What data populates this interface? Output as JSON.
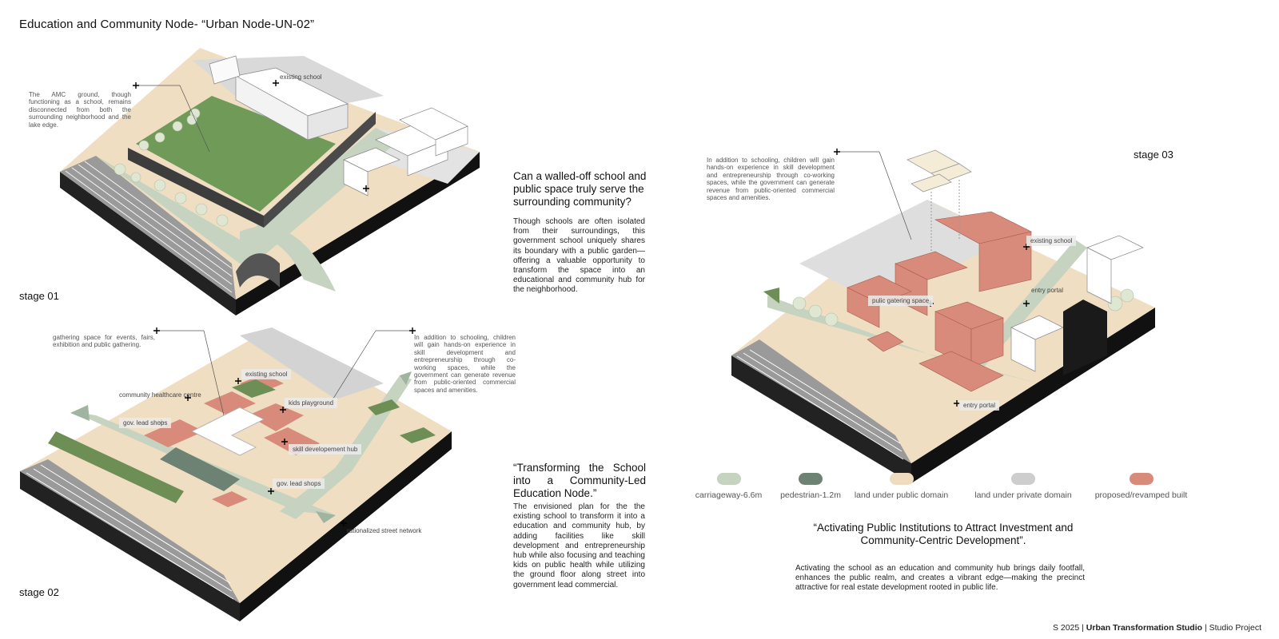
{
  "title": "Education and Community Node- “Urban Node-UN-02”",
  "stages": {
    "stage01": "stage 01",
    "stage02": "stage 02",
    "stage03": "stage 03"
  },
  "stage01": {
    "note": "The AMC ground, though functioning as a school, remains disconnected from both the surrounding neighborhood and the lake edge.",
    "label_existing_school": "existing school"
  },
  "stage02": {
    "note_left": "gathering space for events, fairs, exhibition and public gathering.",
    "note_right": "In addition to schooling, children will gain hands-on experience in skill development and entrepreneurship through co-working spaces, while the government can generate revenue from public-oriented commercial spaces and amenities.",
    "labels": {
      "existing_school": "existing school",
      "community_healthcare": "community healthcare centre",
      "kids_playground": "kids playground",
      "gov_lead_shops_1": "gov. lead shops",
      "skill_hub": "skill developement hub",
      "gov_lead_shops_2": "gov. lead shops",
      "street_network": "rationalized street network"
    }
  },
  "stage03": {
    "note": "In addition to schooling, children will gain hands-on experience in skill development and entrepreneurship through co-working spaces, while the government can generate revenue from public-oriented commercial spaces and amenities.",
    "labels": {
      "existing_school": "existing school",
      "public_gathering": "pulic gatering space",
      "entry_portal_1": "entry portal",
      "entry_portal_2": "entry portal"
    }
  },
  "section1": {
    "question": "Can a walled-off school and public space truly serve the surrounding community?",
    "body": "Though schools are often isolated from their surroundings, this government school uniquely shares its boundary with a public garden—offering a valuable opportunity to transform the space into an educational and community hub for the neighborhood."
  },
  "section2": {
    "quote": "“Transforming the School into a Community-Led Education Node.”",
    "body": "The envisioned plan for the the existing school to transform it into a education and community hub, by adding facilities like skill development and entrepreneurship hub while also focusing and teaching kids on public health while utilizing the ground floor along street into government lead commercial."
  },
  "section3": {
    "quote": "“Activating Public Institutions to Attract Investment and Community-Centric Development”.",
    "body": "Activating the school as an education and community hub brings daily footfall, enhances the public realm, and creates a vibrant edge—making the precinct attractive for real estate development rooted in public life."
  },
  "legend": [
    {
      "label": "carriageway-6.6m",
      "color": "#c5d3c0"
    },
    {
      "label": "pedestrian-1.2m",
      "color": "#6e8274"
    },
    {
      "label": "land under public domain",
      "color": "#efdcc0"
    },
    {
      "label": "land under private domain",
      "color": "#cdcdcd"
    },
    {
      "label": "proposed/revamped built",
      "color": "#d98b7b"
    }
  ],
  "footer": {
    "prefix": "S 2025 |",
    "studio": "Urban Transformation Studio",
    "suffix": "| Studio Project"
  }
}
